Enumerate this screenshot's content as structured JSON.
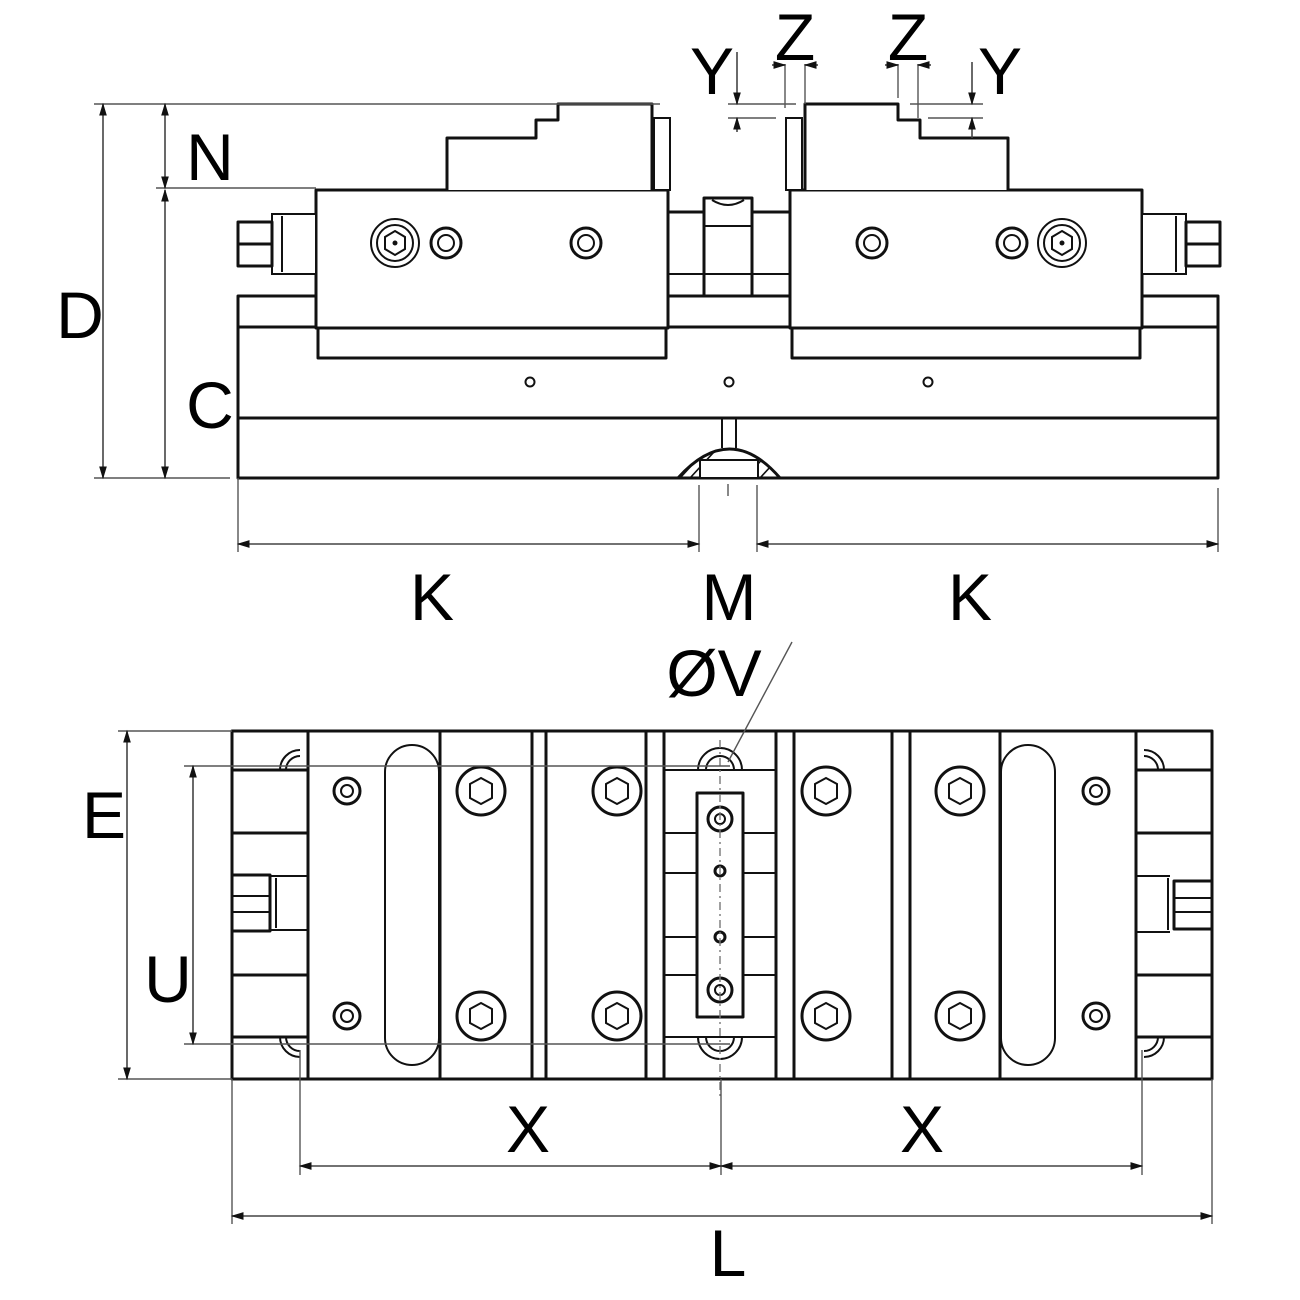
{
  "drawing": {
    "title": "Dual-station vise dimension drawing",
    "views": [
      "front-view",
      "top-view"
    ],
    "line_color": "#111111",
    "background": "#ffffff"
  },
  "labels": {
    "front_view": {
      "D": "D",
      "N": "N",
      "C": "C",
      "Y_left": "Y",
      "Z_left": "Z",
      "Z_right": "Z",
      "Y_right": "Y",
      "K_left": "K",
      "M": "M",
      "K_right": "K"
    },
    "top_view": {
      "V": "ØV",
      "E": "E",
      "U": "U",
      "X_left": "X",
      "X_right": "X",
      "L": "L"
    }
  }
}
